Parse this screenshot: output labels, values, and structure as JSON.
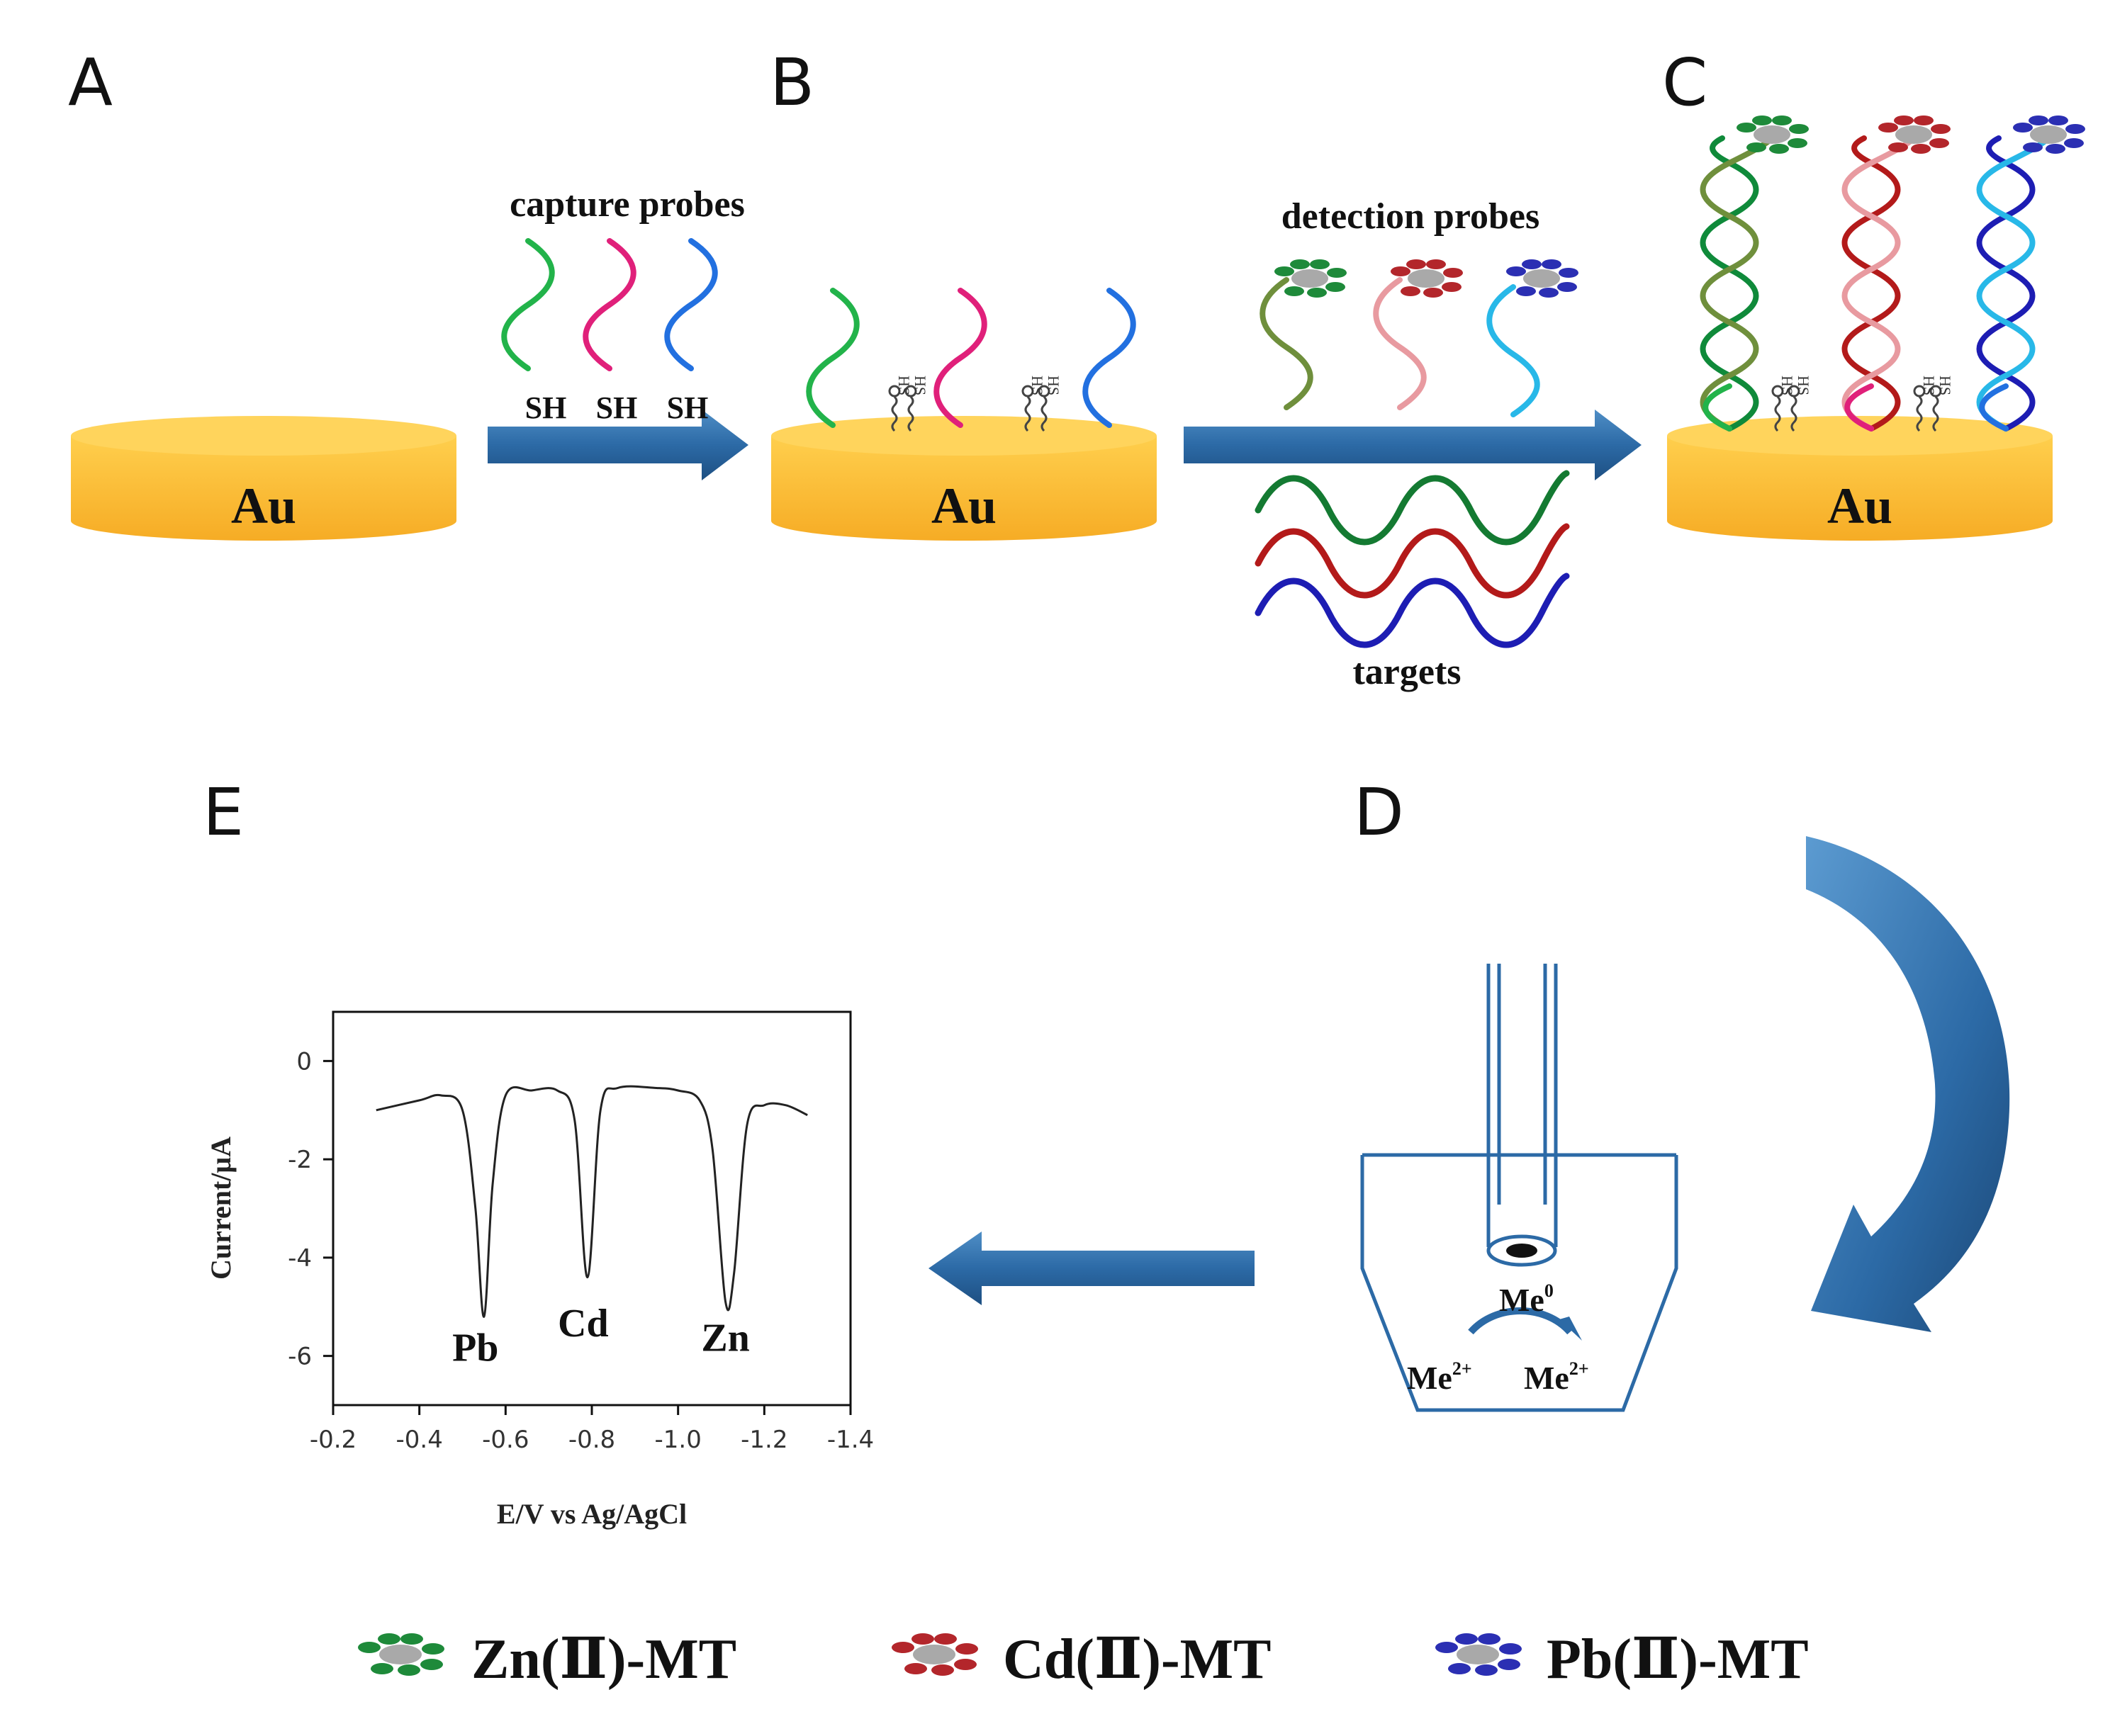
{
  "panels": {
    "a": "A",
    "b": "B",
    "c": "C",
    "d": "D",
    "e": "E"
  },
  "electrode_label": "Au",
  "step1": {
    "title": "capture probes",
    "sh_labels": [
      "SH",
      "SH",
      "SH"
    ]
  },
  "step2": {
    "title": "detection probes",
    "targets_label": "targets"
  },
  "mch_label": "HS",
  "cell": {
    "me0": "Me",
    "me0_sup": "0",
    "me2_left": "Me",
    "me2_right": "Me",
    "me2_sup": "2+"
  },
  "legend": [
    {
      "label": "Zn(Ⅱ)-MT",
      "color": "#1e8a3a"
    },
    {
      "label": "Cd(Ⅱ)-MT",
      "color": "#b3262b"
    },
    {
      "label": "Pb(Ⅱ)-MT",
      "color": "#2b2fb3"
    }
  ],
  "colors": {
    "gold": "#f9b935",
    "gold_top": "#ffd054",
    "arrow": "#2c6aa6",
    "green": "#22b34a",
    "magenta": "#e0207a",
    "blue": "#2270e0",
    "olive": "#6f8f3c",
    "pink": "#e89aa0",
    "cyan": "#28b8e8"
  },
  "chart_data": {
    "type": "line",
    "xlabel": "E/V vs Ag/AgCl",
    "ylabel": "Current/μA",
    "xlim": [
      -0.2,
      -1.4
    ],
    "ylim": [
      -7,
      1
    ],
    "xticks": [
      -0.2,
      -0.4,
      -0.6,
      -0.8,
      -1.0,
      -1.2,
      -1.4
    ],
    "xtick_labels": [
      "-0.2",
      "-0.4",
      "-0.6",
      "-0.8",
      "-1.0",
      "-1.2",
      "-1.4"
    ],
    "yticks": [
      0,
      -2,
      -4,
      -6
    ],
    "ytick_labels": [
      "0",
      "-2",
      "-4",
      "-6"
    ],
    "grid": false,
    "series": [
      {
        "x": [
          -0.3,
          -0.4,
          -0.45,
          -0.5,
          -0.53,
          -0.55,
          -0.57,
          -0.6,
          -0.66,
          -0.72,
          -0.76,
          -0.79,
          -0.82,
          -0.86,
          -0.95,
          -1.0,
          -1.05,
          -1.08,
          -1.11,
          -1.13,
          -1.16,
          -1.2,
          -1.25,
          -1.3
        ],
        "y": [
          -1.0,
          -0.8,
          -0.7,
          -1.0,
          -3.0,
          -5.2,
          -2.5,
          -0.7,
          -0.6,
          -0.6,
          -1.2,
          -4.4,
          -1.0,
          -0.55,
          -0.55,
          -0.6,
          -0.8,
          -1.8,
          -4.9,
          -4.3,
          -1.3,
          -0.9,
          -0.9,
          -1.1
        ]
      }
    ],
    "annotations": [
      {
        "text": "Pb",
        "x": -0.53,
        "y": -6.1
      },
      {
        "text": "Cd",
        "x": -0.78,
        "y": -5.6
      },
      {
        "text": "Zn",
        "x": -1.11,
        "y": -5.9
      }
    ]
  }
}
